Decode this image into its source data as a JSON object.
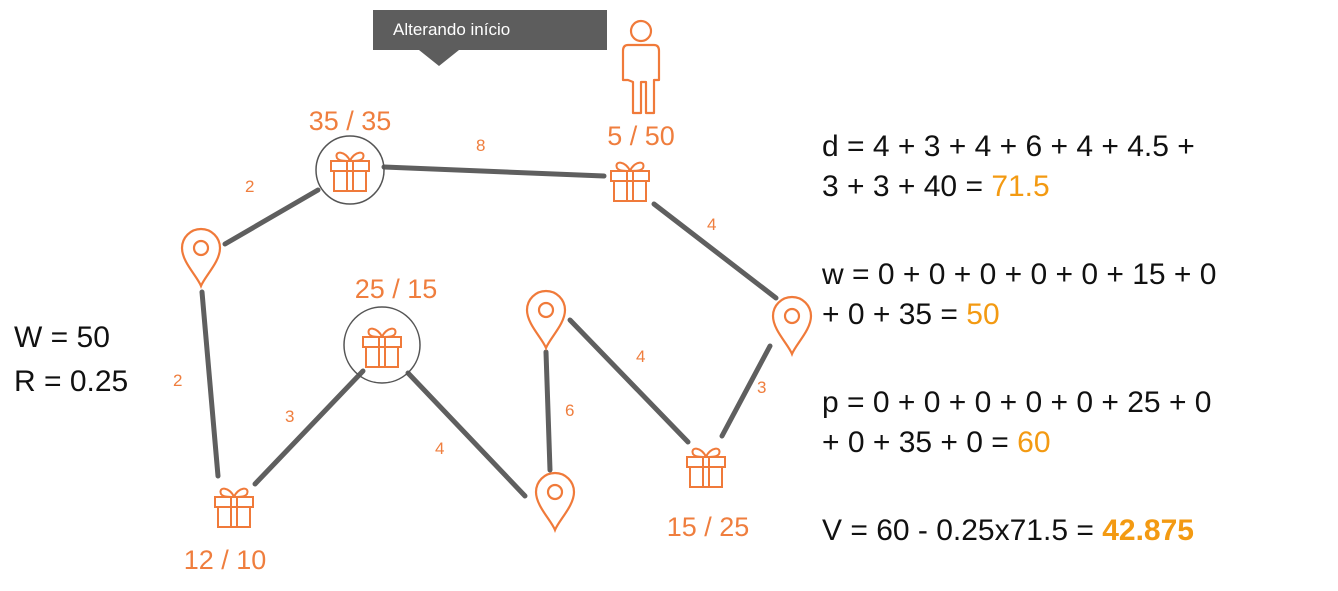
{
  "tooltip": {
    "text": "Alterando início"
  },
  "params": {
    "W": "W = 50",
    "R": "R = 0.25"
  },
  "equations": {
    "d_line1": "d = 4 + 3 + 4 + 6 + 4 + 4.5 +",
    "d_line2": "3 + 3 + 40 = ",
    "d_result": "71.5",
    "w_line1": "w = 0 + 0 + 0 + 0 + 0 + 15 + 0",
    "w_line2": "+ 0 + 35 = ",
    "w_result": "50",
    "p_line1": "p = 0 + 0 + 0 + 0 + 0 + 25 + 0",
    "p_line2": "+ 0 + 35 + 0 = ",
    "p_result": "60",
    "v_line": "V = 60 - 0.25x71.5 = ",
    "v_result": "42.875"
  },
  "graph": {
    "colors": {
      "edge": "#5f5f5f",
      "node": "#f07a3a",
      "label": "#ef7e3e",
      "circle": "#555555",
      "highlight": "#f39a12"
    },
    "nodes": [
      {
        "id": "gift-top-center",
        "kind": "gift",
        "label": "35 / 35",
        "circled": true
      },
      {
        "id": "gift-top-right",
        "kind": "gift",
        "label": "5 / 50",
        "circled": false
      },
      {
        "id": "pin-left",
        "kind": "pin"
      },
      {
        "id": "gift-middle",
        "kind": "gift",
        "label": "25 / 15",
        "circled": true
      },
      {
        "id": "pin-middle",
        "kind": "pin"
      },
      {
        "id": "pin-right",
        "kind": "pin"
      },
      {
        "id": "gift-bottom-left",
        "kind": "gift",
        "label": "12 / 10",
        "circled": false
      },
      {
        "id": "pin-bottom",
        "kind": "pin"
      },
      {
        "id": "gift-bottom-right",
        "kind": "gift",
        "label": "15 / 25",
        "circled": false
      }
    ],
    "edges": [
      {
        "from": "gift-top-center",
        "to": "gift-top-right",
        "weight": "8"
      },
      {
        "from": "pin-left",
        "to": "gift-top-center",
        "weight": "2"
      },
      {
        "from": "gift-top-right",
        "to": "pin-right",
        "weight": "4"
      },
      {
        "from": "pin-left",
        "to": "gift-bottom-left",
        "weight": "2"
      },
      {
        "from": "gift-bottom-left",
        "to": "gift-middle",
        "weight": "3"
      },
      {
        "from": "gift-middle",
        "to": "pin-bottom",
        "weight": "4"
      },
      {
        "from": "pin-middle",
        "to": "pin-bottom",
        "weight": "6"
      },
      {
        "from": "pin-middle",
        "to": "gift-bottom-right",
        "weight": "4"
      },
      {
        "from": "pin-right",
        "to": "gift-bottom-right",
        "weight": "3"
      }
    ]
  }
}
